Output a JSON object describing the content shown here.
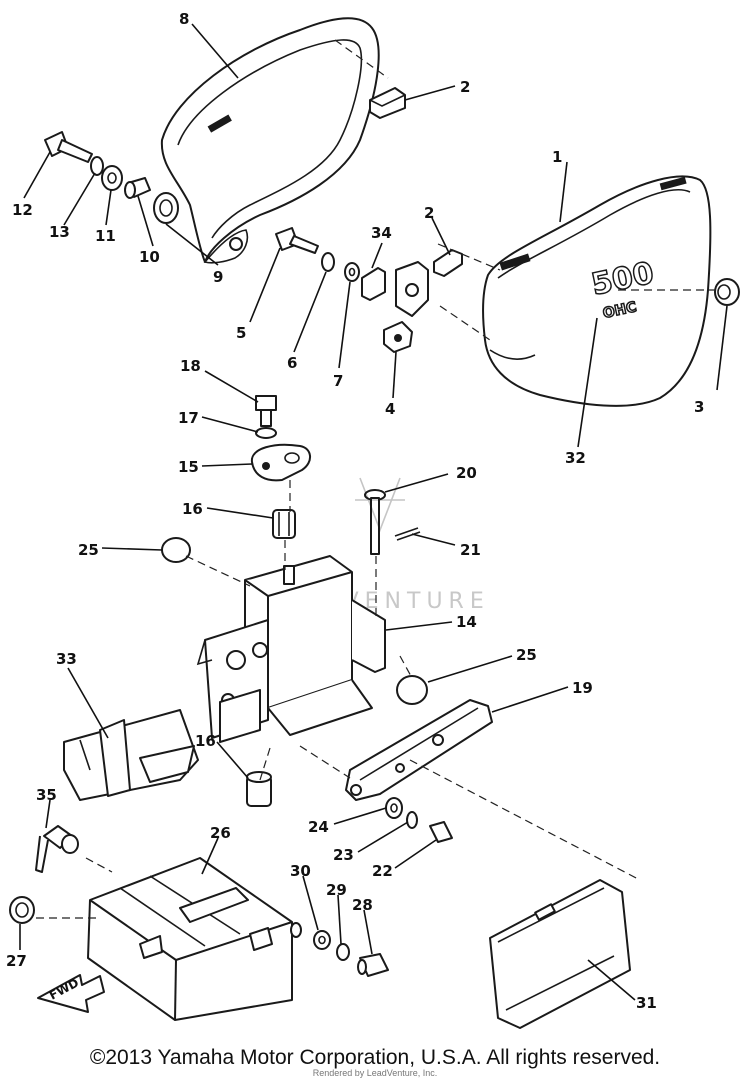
{
  "diagram": {
    "callouts": {
      "c1": "1",
      "c2a": "2",
      "c2b": "2",
      "c3": "3",
      "c4": "4",
      "c5": "5",
      "c6": "6",
      "c7": "7",
      "c8": "8",
      "c9": "9",
      "c10": "10",
      "c11": "11",
      "c12": "12",
      "c13": "13",
      "c14": "14",
      "c15": "15",
      "c16a": "16",
      "c16b": "16",
      "c17": "17",
      "c18": "18",
      "c19": "19",
      "c20": "20",
      "c21": "21",
      "c22": "22",
      "c23": "23",
      "c24": "24",
      "c25a": "25",
      "c25b": "25",
      "c26": "26",
      "c27": "27",
      "c28": "28",
      "c29": "29",
      "c30": "30",
      "c31": "31",
      "c32": "32",
      "c33": "33",
      "c34": "34",
      "c35": "35"
    },
    "decal_main": "500",
    "decal_sub": "OHC",
    "direction_label": "FWD",
    "watermark": "ADVENTURE"
  },
  "footer": {
    "copyright": "©2013 Yamaha Motor Corporation, U.S.A. All rights reserved.",
    "rendered_by": "Rendered by LeadVenture, Inc."
  }
}
